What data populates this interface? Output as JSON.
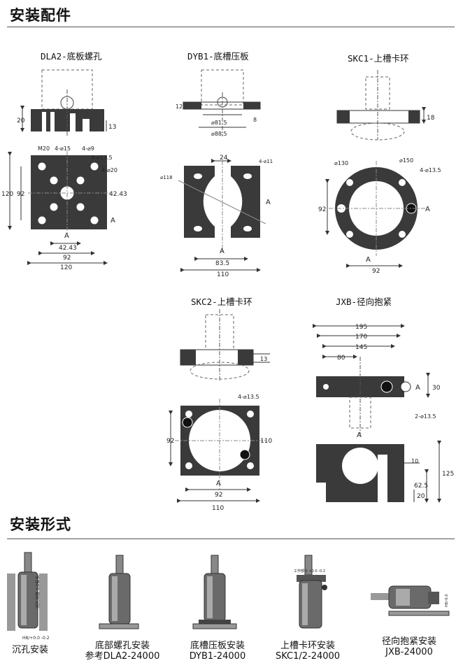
{
  "sections": {
    "accessories": "安装配件",
    "install_forms": "安装形式"
  },
  "figures": {
    "dla2": {
      "title": "DLA2-底板螺孔"
    },
    "dyb1": {
      "title": "DYB1-底槽压板"
    },
    "skc1": {
      "title": "SKC1-上槽卡环"
    },
    "skc2": {
      "title": "SKC2-上槽卡环"
    },
    "jxb": {
      "title": "JXB-径向抱紧"
    }
  },
  "dims": {
    "dla2": {
      "d20": "20",
      "d13": "13",
      "m20": "M20",
      "h15": "4-⌀15",
      "h9": "4-⌀9",
      "h135": "4-⌀13.5",
      "h20": "4-⌀20",
      "d120": "120",
      "d92": "92",
      "d4243": "42.43",
      "sA": "A"
    },
    "dyb1": {
      "d12": "12",
      "d815": "⌀81.5",
      "d885": "⌀88.5",
      "d8": "8",
      "d24": "24",
      "h11": "4-⌀11",
      "d118": "⌀118",
      "sA": "A",
      "d835": "83.5",
      "d110": "110"
    },
    "skc1": {
      "d18": "18",
      "d130": "⌀130",
      "d150": "⌀150",
      "h135": "4-⌀13.5",
      "d92": "92",
      "sA": "A"
    },
    "skc2": {
      "d13": "13",
      "h135": "4-⌀13.5",
      "d92": "92",
      "d110": "110",
      "sA": "A"
    },
    "jxb": {
      "d195": "195",
      "d170": "170",
      "d145": "145",
      "d80": "80",
      "d30": "30",
      "h135": "2-⌀13.5",
      "d10": "10",
      "d125": "125",
      "d625": "62.5",
      "d20": "20",
      "sA": "A"
    }
  },
  "install": {
    "items": [
      {
        "line1": "沉孔安装",
        "line2": ""
      },
      {
        "line1": "底部螺孔安装",
        "line2": "参考DLA2-24000"
      },
      {
        "line1": "底槽压板安装",
        "line2": "DYB1-24000"
      },
      {
        "line1": "上槽卡环安装",
        "line2": "SKC1/2-24000"
      },
      {
        "line1": "径向抱紧安装",
        "line2": "JXB-24000"
      }
    ],
    "notes": {
      "sink_depth": "沉孔深度 1/2缸长",
      "sink_tol": "H8/+0.0 -0.2",
      "skc_tol": "工作部分 +0.0 -0.2",
      "jxb_tol": "H8/-0.0"
    }
  },
  "colors": {
    "ink": "#2b2b2b",
    "part_fill": "#3a3a3a",
    "line": "#333333"
  }
}
